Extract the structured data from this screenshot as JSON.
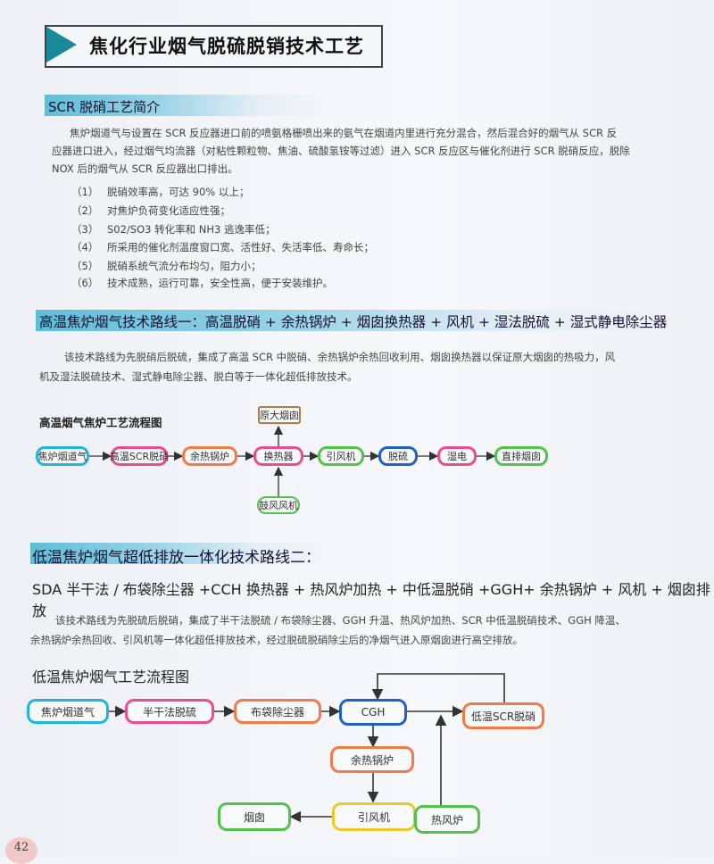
{
  "title": "焦化行业烟气脱硫脱销技术工艺",
  "scr": {
    "heading": "SCR 脱硝工艺简介",
    "para1": "焦炉烟道气与设置在 SCR 反应器进口前的喷氨格栅喷出来的氨气在烟道内里进行充分混合，然后混合好的烟气从 SCR 反",
    "para2": "应器进口进入，经过烟气均流器（对粘性颗粒物、焦油、硫酸氢铵等过滤）进入 SCR 反应区与催化剂进行 SCR 脱硝反应，脱除",
    "para3": "NOX 后的烟气从 SCR 反应器出口排出。",
    "items": [
      {
        "num": "（1）",
        "text": "脱硝效率高，可达 90% 以上；"
      },
      {
        "num": "（2）",
        "text": "对焦炉负荷变化适应性强；"
      },
      {
        "num": "（3）",
        "text": "S02/SO3 转化率和 NH3 逃逸率低；"
      },
      {
        "num": "（4）",
        "text": "所采用的催化剂温度窗口宽、活性好、失活率低、寿命长；"
      },
      {
        "num": "（5）",
        "text": "脱硝系统气流分布均匀，阻力小；"
      },
      {
        "num": "（6）",
        "text": "技术成熟，运行可靠，安全性高，便于安装维护。"
      }
    ]
  },
  "route1": {
    "heading": "高温焦炉烟气技术路线一：高温脱硝 + 余热锅炉 + 烟囱换热器 + 风机 + 湿法脱硫 + 湿式静电除尘器",
    "para1": "该技术路线为先脱硝后脱硫，集成了高温 SCR 中脱硝、余热锅炉余热回收利用、烟囱换热器以保证原大烟囱的热吸力，风",
    "para2": "机及湿法脱硫技术、湿式静电除尘器、脱白等于一体化超低排放技术。",
    "flow_title": "高温烟气焦炉工艺流程图",
    "nodes": {
      "n1": "焦炉烟道气",
      "n2": "高温SCR脱硝",
      "n3": "余热锅炉",
      "n4": "换热器",
      "n5": "引风机",
      "n6": "脱硫",
      "n7": "湿电",
      "n8": "直排烟囱",
      "top": "原大烟囱",
      "bottom": "鼓风风机"
    }
  },
  "route2": {
    "heading": "低温焦炉烟气超低排放一体化技术路线二：",
    "subheading": "SDA 半干法 / 布袋除尘器 +CCH 换热器 + 热风炉加热 + 中低温脱硝 +GGH+ 余热锅炉 + 风机 + 烟囱排放",
    "para1": "该技术路线为先脱硫后脱硝，集成了半干法脱硫 / 布袋除尘器、GGH 升温、热风炉加热、SCR 中低温脱硝技术、GGH 降温、",
    "para2": "余热锅炉余热回收、引风机等一体化超低排放技术，经过脱硫脱硝除尘后的净烟气进入原烟囱进行高空排放。",
    "flow_title": "低温焦炉烟气工艺流程图",
    "nodes": {
      "n1": "焦炉烟道气",
      "n2": "半干法脱硫",
      "n3": "布袋除尘器",
      "n4": "CGH",
      "n5": "低温SCR脱硝",
      "n6": "余热锅炉",
      "n7": "烟囱",
      "n8": "引风机",
      "n9": "热风炉"
    }
  },
  "page_number": "42",
  "colors": {
    "accent_teal": "#1a8a9a",
    "cyan": "#1fb5e0",
    "pink": "#e94d8c",
    "orange": "#f07a4a",
    "green": "#52c24a",
    "blue": "#2060c8",
    "brown": "#b07a4a",
    "yellow": "#e8c92a"
  }
}
